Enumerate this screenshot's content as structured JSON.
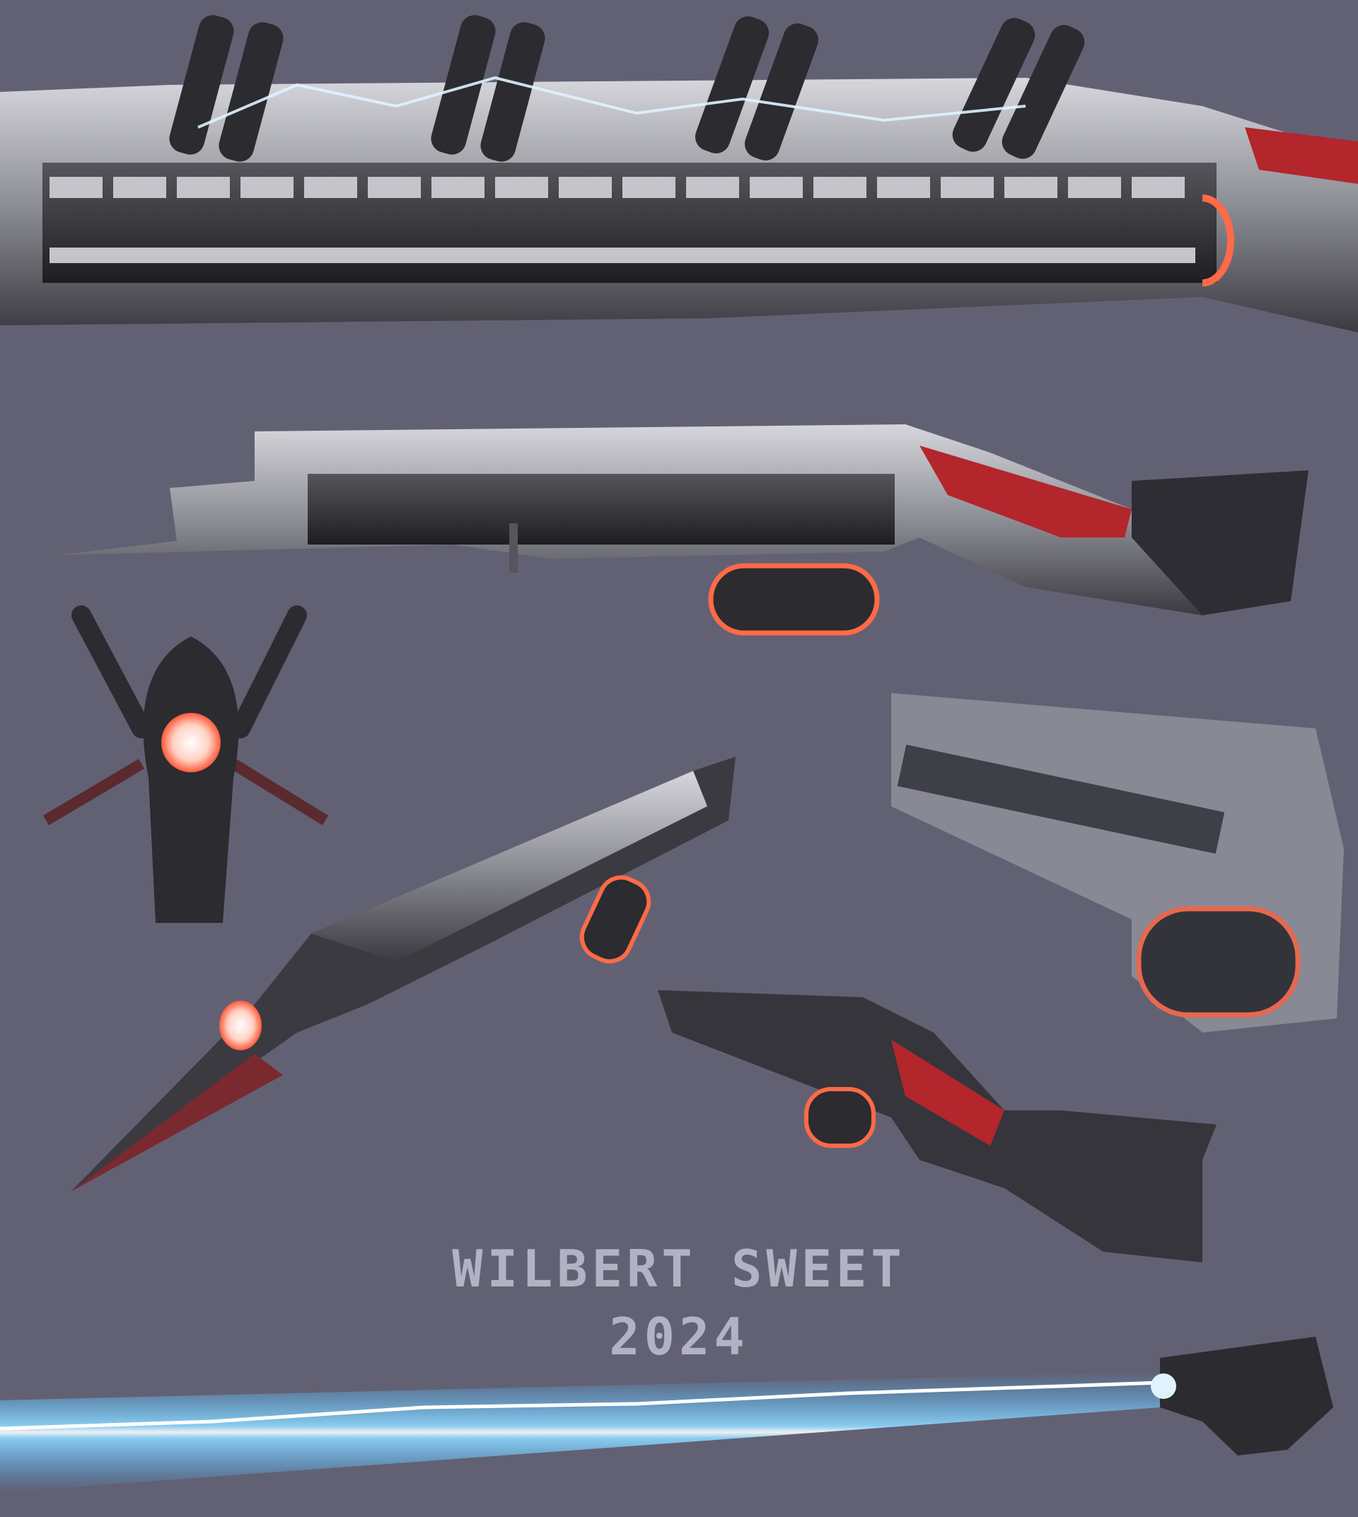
{
  "artwork": {
    "credit_name": "WILBERT SWEET",
    "credit_year": "2024",
    "views": [
      "side-closeup",
      "side-full",
      "front",
      "three-quarter-front",
      "three-quarter-rear-blur",
      "three-quarter-small",
      "firing-beam"
    ]
  },
  "colors": {
    "background": "#626174",
    "text": "#b3b2c4",
    "metal_dark": "#2b2b30",
    "metal_light": "#bfc0c6",
    "accent_red": "#b3262b",
    "glow": "#ff5a3c",
    "lightning": "#bfe6ff",
    "beam": "#3fb4ff"
  }
}
